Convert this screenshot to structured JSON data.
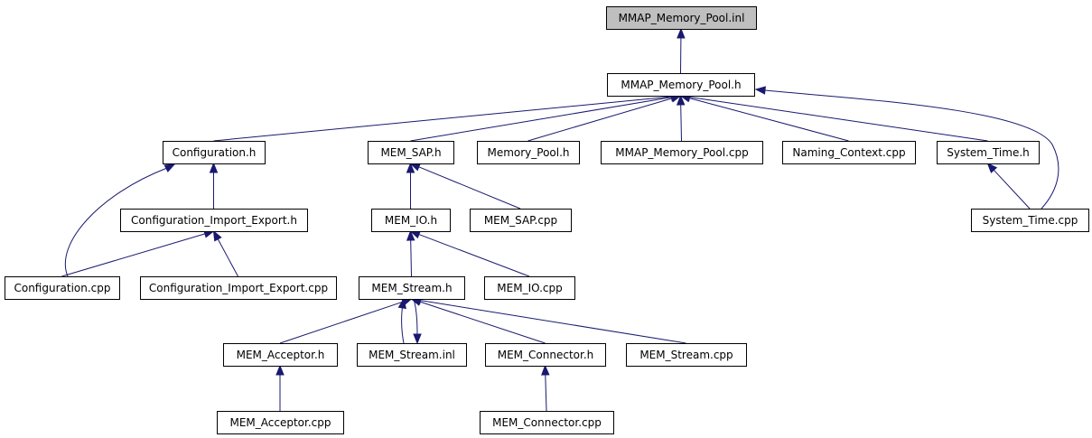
{
  "graph": {
    "nodes": [
      {
        "id": "mmap_inl",
        "label": "MMAP_Memory_Pool.inl",
        "root": true
      },
      {
        "id": "mmap_h",
        "label": "MMAP_Memory_Pool.h"
      },
      {
        "id": "config_h",
        "label": "Configuration.h"
      },
      {
        "id": "mem_sap_h",
        "label": "MEM_SAP.h"
      },
      {
        "id": "memory_pool_h",
        "label": "Memory_Pool.h"
      },
      {
        "id": "mmap_cpp",
        "label": "MMAP_Memory_Pool.cpp"
      },
      {
        "id": "naming_cpp",
        "label": "Naming_Context.cpp"
      },
      {
        "id": "systime_h",
        "label": "System_Time.h"
      },
      {
        "id": "cie_h",
        "label": "Configuration_Import_Export.h"
      },
      {
        "id": "mem_io_h",
        "label": "MEM_IO.h"
      },
      {
        "id": "mem_sap_cpp",
        "label": "MEM_SAP.cpp"
      },
      {
        "id": "systime_cpp",
        "label": "System_Time.cpp"
      },
      {
        "id": "config_cpp",
        "label": "Configuration.cpp"
      },
      {
        "id": "cie_cpp",
        "label": "Configuration_Import_Export.cpp"
      },
      {
        "id": "mem_stream_h",
        "label": "MEM_Stream.h"
      },
      {
        "id": "mem_io_cpp",
        "label": "MEM_IO.cpp"
      },
      {
        "id": "mem_acceptor_h",
        "label": "MEM_Acceptor.h"
      },
      {
        "id": "mem_stream_inl",
        "label": "MEM_Stream.inl"
      },
      {
        "id": "mem_connector_h",
        "label": "MEM_Connector.h"
      },
      {
        "id": "mem_stream_cpp",
        "label": "MEM_Stream.cpp"
      },
      {
        "id": "mem_acceptor_cpp",
        "label": "MEM_Acceptor.cpp"
      },
      {
        "id": "mem_connector_cpp",
        "label": "MEM_Connector.cpp"
      }
    ],
    "edges": [
      {
        "from": "mmap_h",
        "to": "mmap_inl"
      },
      {
        "from": "config_h",
        "to": "mmap_h"
      },
      {
        "from": "mem_sap_h",
        "to": "mmap_h"
      },
      {
        "from": "memory_pool_h",
        "to": "mmap_h"
      },
      {
        "from": "mmap_cpp",
        "to": "mmap_h"
      },
      {
        "from": "naming_cpp",
        "to": "mmap_h"
      },
      {
        "from": "systime_h",
        "to": "mmap_h"
      },
      {
        "from": "systime_cpp",
        "to": "mmap_h"
      },
      {
        "from": "cie_h",
        "to": "config_h"
      },
      {
        "from": "config_cpp",
        "to": "config_h"
      },
      {
        "from": "config_cpp",
        "to": "cie_h"
      },
      {
        "from": "cie_cpp",
        "to": "cie_h"
      },
      {
        "from": "mem_io_h",
        "to": "mem_sap_h"
      },
      {
        "from": "mem_sap_cpp",
        "to": "mem_sap_h"
      },
      {
        "from": "systime_cpp",
        "to": "systime_h"
      },
      {
        "from": "mem_stream_h",
        "to": "mem_io_h"
      },
      {
        "from": "mem_io_cpp",
        "to": "mem_io_h"
      },
      {
        "from": "mem_acceptor_h",
        "to": "mem_stream_h"
      },
      {
        "from": "mem_stream_inl",
        "to": "mem_stream_h"
      },
      {
        "from": "mem_stream_h",
        "to": "mem_stream_inl"
      },
      {
        "from": "mem_connector_h",
        "to": "mem_stream_h"
      },
      {
        "from": "mem_stream_cpp",
        "to": "mem_stream_h"
      },
      {
        "from": "mem_acceptor_cpp",
        "to": "mem_acceptor_h"
      },
      {
        "from": "mem_connector_cpp",
        "to": "mem_connector_h"
      }
    ]
  }
}
